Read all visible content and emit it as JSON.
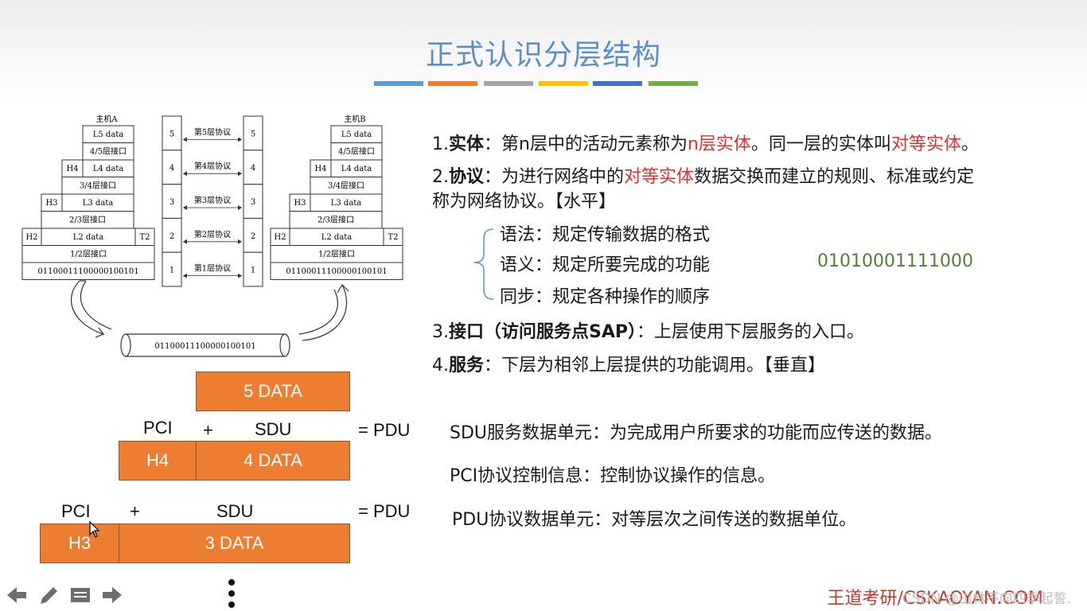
{
  "slide": {
    "title": "正式认识分层结构",
    "color_bar": [
      "#5b9bd5",
      "#ed7d31",
      "#a5a5a5",
      "#ffc000",
      "#4472c4",
      "#70ad47"
    ]
  },
  "figure": {
    "host_a": "主机A",
    "host_b": "主机B",
    "host_rows": [
      {
        "left": "",
        "center": "L5 data",
        "right": ""
      },
      {
        "left": "",
        "center": "4/5层接口",
        "right": ""
      },
      {
        "left": "H4",
        "center": "L4 data",
        "right": ""
      },
      {
        "left": "",
        "center": "3/4层接口",
        "right": ""
      },
      {
        "left": "H3",
        "center": "L3 data",
        "right": ""
      },
      {
        "left": "",
        "center": "2/3层接口",
        "right": ""
      },
      {
        "left": "H2",
        "center": "L2 data",
        "right": "T2"
      },
      {
        "left": "",
        "center": "1/2层接口",
        "right": ""
      },
      {
        "left": "",
        "center": "01100011100000100101",
        "right": ""
      }
    ],
    "layer_numbers": [
      "5",
      "4",
      "3",
      "2",
      "1"
    ],
    "protocols": [
      "第5层协议",
      "第4层协议",
      "第3层协议",
      "第2层协议",
      "第1层协议"
    ],
    "pipe_bits": "01100011100000100101"
  },
  "points": {
    "p1_num": "1.",
    "p1_term": "实体",
    "p1_colon": "：",
    "p1_a": "第n层中的活动元素称为",
    "p1_red1": "n层实体",
    "p1_b": "。同一层的实体叫",
    "p1_red2": "对等实体",
    "p1_c": "。",
    "p2_num": "2.",
    "p2_term": "协议",
    "p2_colon": "：",
    "p2_a": "为进行网络中的",
    "p2_red": "对等实体",
    "p2_b": "数据交换而建立的规则、标准或约定",
    "p2_line2": "称为网络协议。【水平】",
    "sub1": "语法：规定传输数据的格式",
    "sub2": "语义：规定所要完成的功能",
    "sub3": "同步：规定各种操作的顺序",
    "bits_example": "01010001111000",
    "p3_num": "3.",
    "p3_term": "接口（访问服务点SAP）",
    "p3_rest": "：上层使用下层服务的入口。",
    "p4_num": "4.",
    "p4_term": "服务",
    "p4_rest": "：下层为相邻上层提供的功能调用。【垂直】"
  },
  "pdu": {
    "box_5data": "5 DATA",
    "pci": "PCI",
    "plus": "+",
    "sdu": "SDU",
    "eq_pdu": "= PDU",
    "box_h4": "H4",
    "box_4data": "4 DATA",
    "box_h3": "H3",
    "box_3data": "3 DATA"
  },
  "definitions": {
    "sdu": "SDU服务数据单元：为完成用户所要求的功能而应传送的数据。",
    "pci": "PCI协议控制信息：控制协议操作的信息。",
    "pdu": "PDU协议数据单元：对等层次之间传送的数据单位。"
  },
  "footer": {
    "brand": "王道考研/CSKAOYAN.COM",
    "watermark": "CSDN @山林不向四季起誓."
  },
  "nav": {
    "icons": [
      "arrow-left-icon",
      "pen-icon",
      "slides-icon",
      "arrow-right-icon",
      "more-vertical-icon"
    ]
  }
}
